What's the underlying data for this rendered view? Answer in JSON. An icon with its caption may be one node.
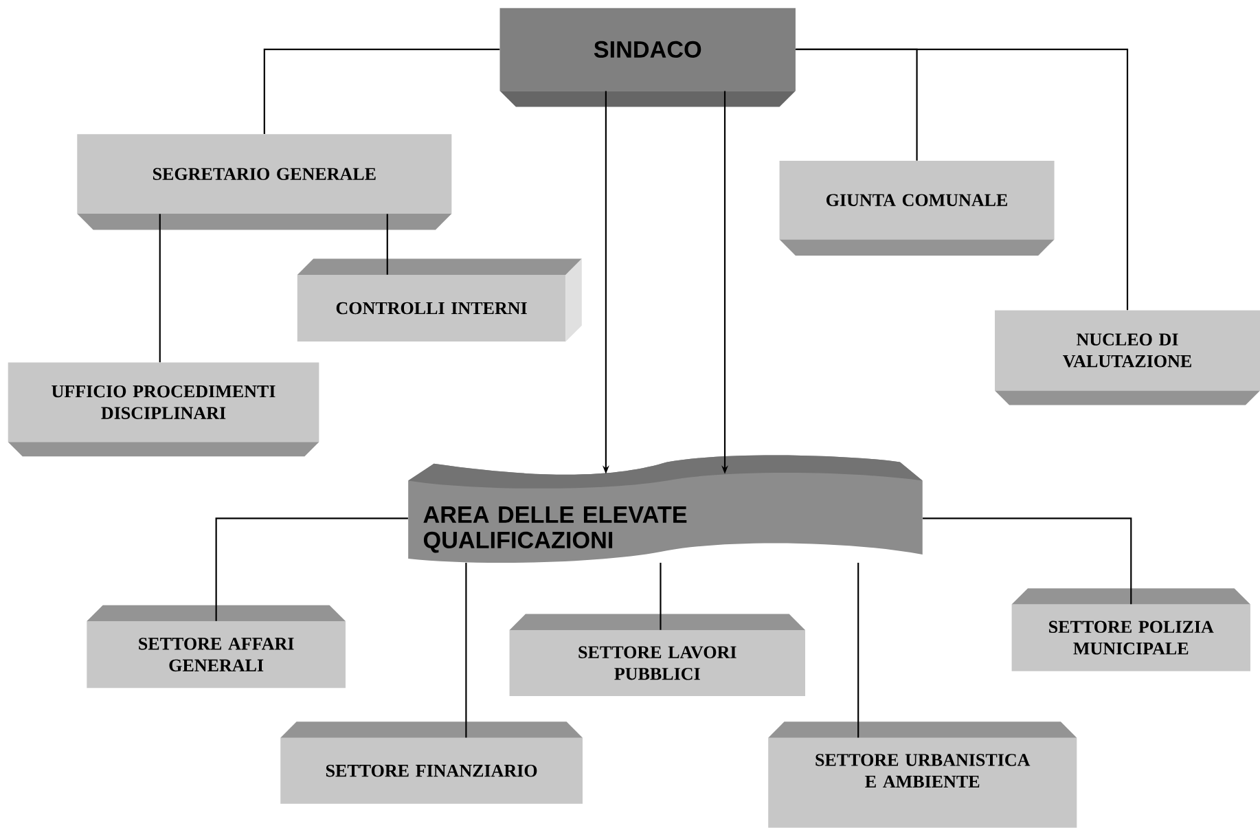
{
  "diagram": {
    "nodes": [
      {
        "text": [
          "SINDACO"
        ]
      },
      {
        "text": [
          "SEGRETARIO GENERALE"
        ]
      },
      {
        "text": [
          "GIUNTA COMUNALE"
        ]
      },
      {
        "text": [
          "CONTROLLI INTERNI"
        ]
      },
      {
        "text": [
          "NUCLEO DI VALUTAZIONE"
        ]
      },
      {
        "text": [
          "UFFICIO PROCEDIMENTI DISCIPLINARI"
        ]
      },
      {
        "text": [
          "AREA DELLE ELEVATE QUALIFICAZIONI"
        ]
      },
      {
        "text": [
          "SETTORE AFFARI GENERALI"
        ]
      },
      {
        "text": [
          "SETTORE LAVORI PUBBLICI"
        ]
      },
      {
        "text": [
          "SETTORE POLIZIA MUNICIPALE"
        ]
      },
      {
        "text": [
          "SETTORE FINANZIARIO"
        ]
      },
      {
        "text": [
          "SETTORE URBANISTICA E AMBIENTE"
        ]
      }
    ],
    "edges": [
      {
        "from": 0,
        "to": 1,
        "arrow": "none"
      },
      {
        "from": 0,
        "to": 2,
        "arrow": "none"
      },
      {
        "from": 0,
        "to": 4,
        "arrow": "none"
      },
      {
        "from": 0,
        "to": 6,
        "arrow": "to"
      },
      {
        "from": 0,
        "to": 6,
        "arrow": "to"
      },
      {
        "from": 1,
        "to": 3,
        "arrow": "none"
      },
      {
        "from": 1,
        "to": 5,
        "arrow": "none"
      },
      {
        "from": 6,
        "to": 7,
        "arrow": "none"
      },
      {
        "from": 6,
        "to": 10,
        "arrow": "none"
      },
      {
        "from": 6,
        "to": 8,
        "arrow": "none"
      },
      {
        "from": 6,
        "to": 11,
        "arrow": "none"
      },
      {
        "from": 6,
        "to": 9,
        "arrow": "none"
      }
    ]
  }
}
